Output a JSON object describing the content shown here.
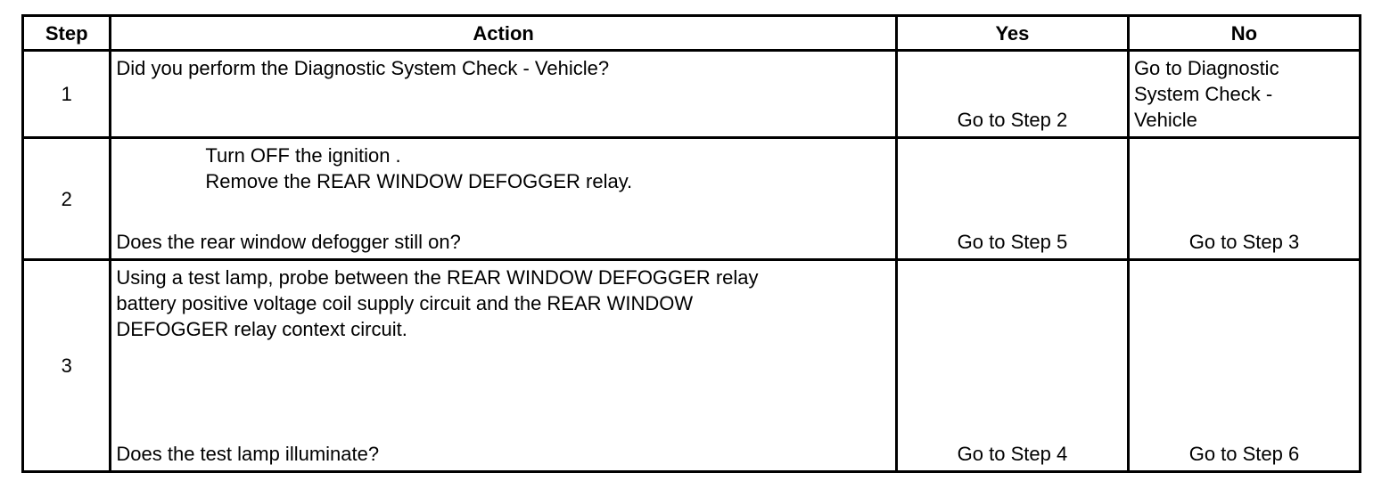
{
  "table": {
    "headers": {
      "step": "Step",
      "action": "Action",
      "yes": "Yes",
      "no": "No"
    },
    "rows": [
      {
        "step": "1",
        "action_question": "Did you perform the Diagnostic System Check - Vehicle?",
        "yes": "Go to Step 2",
        "no": "Go to Diagnostic\nSystem Check -\nVehicle"
      },
      {
        "step": "2",
        "action_instructions": "Turn OFF the ignition .\nRemove the REAR WINDOW DEFOGGER relay.",
        "action_question": "Does the rear window defogger still on?",
        "yes": "Go to Step 5",
        "no": "Go to Step 3"
      },
      {
        "step": "3",
        "action_instructions": "Using a test lamp, probe between the REAR WINDOW DEFOGGER relay\nbattery positive voltage coil supply circuit and the REAR WINDOW\nDEFOGGER relay context circuit.",
        "action_question": "Does the test lamp illuminate?",
        "yes": "Go to Step 4",
        "no": "Go to Step 6"
      }
    ]
  }
}
